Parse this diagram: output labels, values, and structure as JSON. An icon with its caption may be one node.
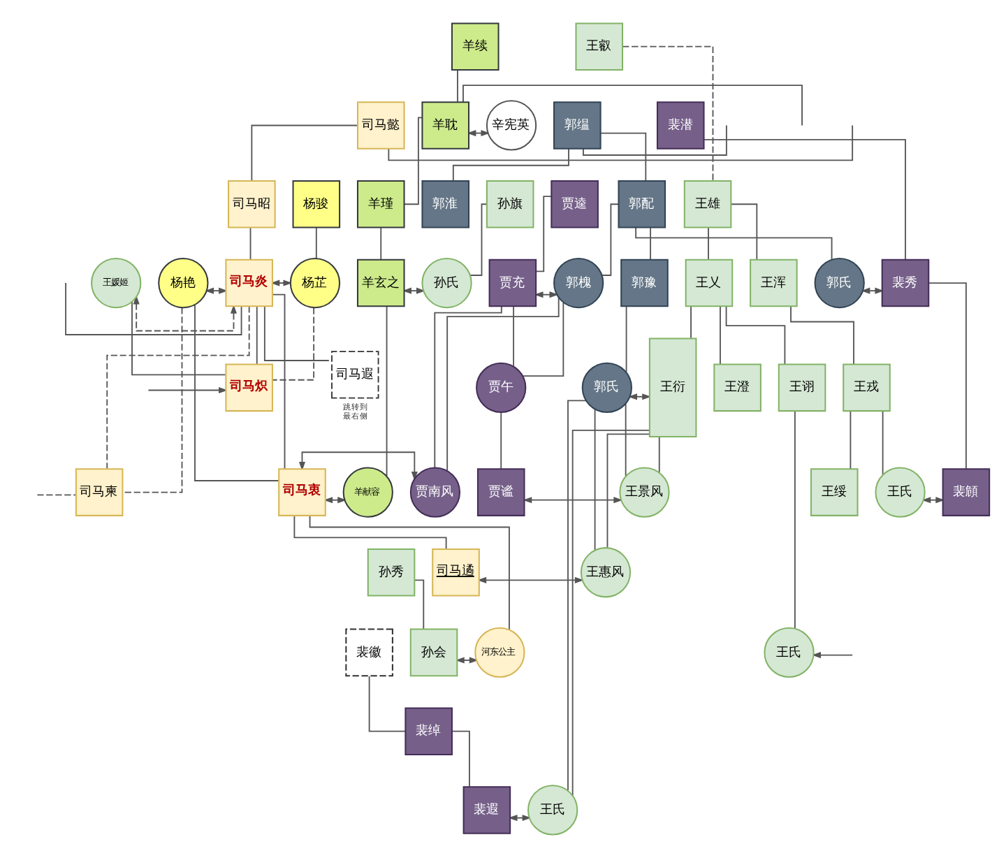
{
  "diagram": {
    "nodes": [
      {
        "text": [
          "羊续"
        ]
      },
      {
        "text": [
          "王叡"
        ]
      },
      {
        "text": [
          "司马懿"
        ]
      },
      {
        "text": [
          "郭缊"
        ]
      },
      {
        "text": [
          "裴潜"
        ]
      },
      {
        "text": [
          "羊耽"
        ]
      },
      {
        "text": [
          "辛宪英"
        ]
      },
      {
        "text": [
          "杨骏"
        ]
      },
      {
        "text": [
          "司马昭"
        ]
      },
      {
        "text": [
          "羊瑾"
        ]
      },
      {
        "text": [
          "孙旗"
        ]
      },
      {
        "text": [
          "贾逵"
        ]
      },
      {
        "text": [
          "郭淮"
        ]
      },
      {
        "text": [
          "郭配"
        ]
      },
      {
        "text": [
          "王雄"
        ]
      },
      {
        "text": [
          "杨芷"
        ]
      },
      {
        "text": [
          "司马炎"
        ]
      },
      {
        "text": [
          "王媛姬"
        ]
      },
      {
        "text": [
          "杨艳"
        ]
      },
      {
        "text": [
          "羊玄之"
        ]
      },
      {
        "text": [
          "孙氏"
        ]
      },
      {
        "text": [
          "贾充"
        ]
      },
      {
        "text": [
          "郭槐"
        ]
      },
      {
        "text": [
          "郭豫"
        ]
      },
      {
        "text": [
          "王乂"
        ]
      },
      {
        "text": [
          "王浑"
        ]
      },
      {
        "text": [
          "郭氏"
        ]
      },
      {
        "text": [
          "裴秀"
        ]
      },
      {
        "text": [
          "司马炽"
        ]
      },
      {
        "text": [
          "司马遐"
        ],
        "beside": [
          "跳转到最右侧"
        ]
      },
      {
        "text": [
          "贾午"
        ]
      },
      {
        "text": [
          "郭氏"
        ]
      },
      {
        "text": [
          "王衍"
        ]
      },
      {
        "text": [
          "王澄"
        ]
      },
      {
        "text": [
          "王诩"
        ]
      },
      {
        "text": [
          "王戎"
        ]
      },
      {
        "text": [
          "司马柬"
        ]
      },
      {
        "text": [
          "司马衷"
        ]
      },
      {
        "text": [
          "羊献容"
        ]
      },
      {
        "text": [
          "贾南风"
        ]
      },
      {
        "text": [
          "贾谧"
        ]
      },
      {
        "text": [
          "王景风"
        ]
      },
      {
        "text": [
          "王绥"
        ]
      },
      {
        "text": [
          "王氏"
        ]
      },
      {
        "text": [
          "裴頠"
        ]
      },
      {
        "text": [
          "孙秀"
        ]
      },
      {
        "text": [
          "司马遹"
        ]
      },
      {
        "text": [
          "王惠风"
        ]
      },
      {
        "text": [
          "孙会"
        ]
      },
      {
        "text": [
          "河东公主"
        ]
      },
      {
        "text": [
          "裴徽"
        ]
      },
      {
        "text": [
          "王氏"
        ]
      },
      {
        "text": [
          "裴绰"
        ]
      },
      {
        "text": [
          "裴遐"
        ]
      },
      {
        "text": [
          "王氏"
        ]
      }
    ],
    "edges": [
      {
        "from": 0,
        "to": 5,
        "arrow": "none"
      },
      {
        "from": 5,
        "to": 9,
        "arrow": "none"
      },
      {
        "from": 5,
        "to": null,
        "arrow": "none"
      },
      {
        "from": 2,
        "to": 8,
        "arrow": "none"
      },
      {
        "from": 2,
        "to": null,
        "arrow": "none"
      },
      {
        "from": 3,
        "to": 12,
        "arrow": "none"
      },
      {
        "from": 3,
        "to": 13,
        "arrow": "none"
      },
      {
        "from": 3,
        "to": null,
        "arrow": "none"
      },
      {
        "from": 1,
        "to": 14,
        "arrow": "none",
        "style": "dashed"
      },
      {
        "from": 4,
        "to": 27,
        "arrow": "none"
      },
      {
        "from": 7,
        "to": 15,
        "arrow": "none"
      },
      {
        "from": 8,
        "to": 16,
        "arrow": "none"
      },
      {
        "from": 9,
        "to": 19,
        "arrow": "none"
      },
      {
        "from": 10,
        "to": 20,
        "arrow": "none"
      },
      {
        "from": 11,
        "to": 21,
        "arrow": "none"
      },
      {
        "from": 13,
        "to": 22,
        "arrow": "none"
      },
      {
        "from": 13,
        "to": 23,
        "arrow": "none"
      },
      {
        "from": 13,
        "to": 26,
        "arrow": "none"
      },
      {
        "from": 14,
        "to": 24,
        "arrow": "none"
      },
      {
        "from": 14,
        "to": 25,
        "arrow": "none"
      },
      {
        "from": 5,
        "to": 6,
        "arrow": "both"
      },
      {
        "from": 15,
        "to": 16,
        "arrow": "both"
      },
      {
        "from": 17,
        "to": 16,
        "arrow": "both",
        "style": "dashed"
      },
      {
        "from": 18,
        "to": 16,
        "arrow": "both"
      },
      {
        "from": 19,
        "to": 20,
        "arrow": "both"
      },
      {
        "from": 21,
        "to": 22,
        "arrow": "both"
      },
      {
        "from": 26,
        "to": 27,
        "arrow": "both"
      },
      {
        "from": 16,
        "to": 28,
        "arrow": "none"
      },
      {
        "from": 17,
        "to": 28,
        "arrow": "none"
      },
      {
        "from": 16,
        "to": 29,
        "arrow": "none"
      },
      {
        "from": 15,
        "to": 28,
        "arrow": "none",
        "style": "dashed"
      },
      {
        "from": null,
        "to": 28,
        "arrow": "to"
      },
      {
        "from": 16,
        "to": 37,
        "arrow": "none"
      },
      {
        "from": 18,
        "to": 37,
        "arrow": "none"
      },
      {
        "from": 16,
        "to": 36,
        "arrow": "none",
        "style": "dashed"
      },
      {
        "from": 18,
        "to": 36,
        "arrow": "none",
        "style": "dashed"
      },
      {
        "from": 16,
        "to": null,
        "arrow": "none"
      },
      {
        "from": 36,
        "to": null,
        "arrow": "none",
        "style": "dashed"
      },
      {
        "from": 21,
        "to": 39,
        "arrow": "none"
      },
      {
        "from": 21,
        "to": 30,
        "arrow": "none"
      },
      {
        "from": 22,
        "to": 30,
        "arrow": "none"
      },
      {
        "from": 22,
        "to": 39,
        "arrow": "none"
      },
      {
        "from": 23,
        "to": 31,
        "arrow": "none"
      },
      {
        "from": 24,
        "to": 32,
        "arrow": "none"
      },
      {
        "from": 24,
        "to": 33,
        "arrow": "none"
      },
      {
        "from": 24,
        "to": 34,
        "arrow": "none"
      },
      {
        "from": 25,
        "to": 35,
        "arrow": "none"
      },
      {
        "from": 27,
        "to": 44,
        "arrow": "none"
      },
      {
        "from": 31,
        "to": 32,
        "arrow": "both"
      },
      {
        "from": 19,
        "to": 38,
        "arrow": "none"
      },
      {
        "from": 37,
        "to": 38,
        "arrow": "both"
      },
      {
        "from": 37,
        "to": 39,
        "arrow": "both"
      },
      {
        "from": 30,
        "to": 40,
        "arrow": "none"
      },
      {
        "from": 32,
        "to": 41,
        "arrow": "none"
      },
      {
        "from": 31,
        "to": 41,
        "arrow": "none"
      },
      {
        "from": 32,
        "to": 47,
        "arrow": "none"
      },
      {
        "from": 31,
        "to": 47,
        "arrow": "none"
      },
      {
        "from": 32,
        "to": 54,
        "arrow": "none"
      },
      {
        "from": 31,
        "to": 54,
        "arrow": "none"
      },
      {
        "from": 40,
        "to": 41,
        "arrow": "both"
      },
      {
        "from": 35,
        "to": 42,
        "arrow": "none"
      },
      {
        "from": 35,
        "to": 43,
        "arrow": "none"
      },
      {
        "from": 43,
        "to": 44,
        "arrow": "both"
      },
      {
        "from": 45,
        "to": 48,
        "arrow": "none"
      },
      {
        "from": 37,
        "to": 46,
        "arrow": "none"
      },
      {
        "from": 37,
        "to": 49,
        "arrow": "none"
      },
      {
        "from": 46,
        "to": 47,
        "arrow": "both"
      },
      {
        "from": 48,
        "to": 49,
        "arrow": "both"
      },
      {
        "from": 34,
        "to": 51,
        "arrow": "none"
      },
      {
        "from": null,
        "to": 51,
        "arrow": "to"
      },
      {
        "from": 50,
        "to": 52,
        "arrow": "none"
      },
      {
        "from": 52,
        "to": 53,
        "arrow": "none"
      },
      {
        "from": 53,
        "to": 54,
        "arrow": "both"
      }
    ]
  }
}
